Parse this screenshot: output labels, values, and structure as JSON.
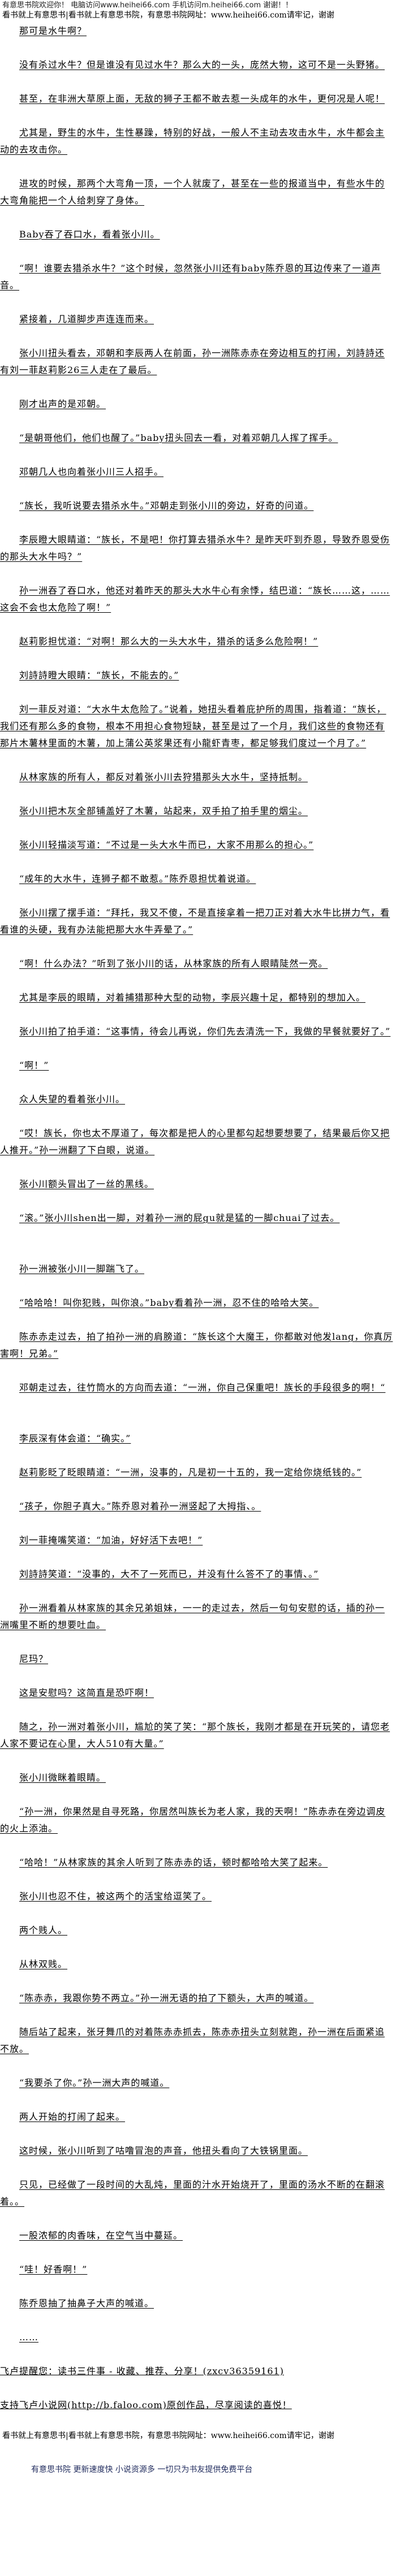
{
  "header": {
    "welcome": "有意思书院欢迎你！ 电脑访问www.heihei66.com   手机访问m.heihei66.com 谢谢！！",
    "banner": "看书就上有意思书|看书就上有意思书院，有意思书院网址：www.heihei66.com请牢记，谢谢"
  },
  "paragraphs": [
    "那可是水牛啊？",
    "没有杀过水牛？但是谁没有见过水牛？那么大的一头，庞然大物，这可不是一头野猪。",
    "甚至，在非洲大草原上面，无敌的狮子王都不敢去惹一头成年的水牛，更何况是人呢！",
    "尤其是，野生的水牛，生性暴躁，特别的好战，一般人不主动去攻击水牛，水牛都会主动的去攻击你。",
    "进攻的时候，那两个大弯角一顶，一个人就废了，甚至在一些的报道当中，有些水牛的大弯角能把一个人给刺穿了身体。",
    "Baby吞了吞口水，看着张小川。",
    "“啊！谁要去猎杀水牛？”这个时候，忽然张小川还有baby陈乔恩的耳边传来了一道声音。",
    "紧接着，几道脚步声连连而来。",
    "张小川扭头看去，邓朝和李辰两人在前面，孙一洲陈赤赤在旁边相互的打闹，刘詩詩还有刘一菲赵莉影26三人走在了最后。",
    "刚才出声的是邓朝。",
    "“是朝哥他们，他们也醒了。”baby扭头回去一看，对着邓朝几人挥了挥手。",
    "邓朝几人也向着张小川三人招手。",
    "“族长，我听说要去猎杀水牛。”邓朝走到张小川的旁边，好奇的问道。",
    "李辰瞪大眼睛道：“族长，不是吧！你打算去猎杀水牛？是昨天吓到乔恩，导致乔恩受伤的那头大水牛吗？”",
    "孙一洲吞了吞口水，他还对着昨天的那头大水牛心有余悸，结巴道：“族长……这，……这会不会也太危险了啊！”",
    "赵莉影担忧道：“对啊！那么大的一头大水牛，猎杀的话多么危险啊！”",
    "刘詩詩瞪大眼睛：“族长，不能去的。”",
    "刘一菲反对道：“大水牛太危险了。”说着，她扭头看着庇护所的周围，指着道：“族长，我们还有那么多的食物，根本不用担心食物短缺，甚至是过了一个月，我们这些的食物还有那片木薯林里面的木薯，加上蒲公英浆果还有小龍虾青枣，都足够我们度过一个月了。”",
    "从林家族的所有人，都反对着张小川去狩猎那头大水牛，坚持抵制。",
    "张小川把木灰全部铺盖好了木薯，站起来，双手拍了拍手里的烟尘。",
    "张小川轻描淡写道：“不过是一头大水牛而已，大家不用那么的担心。”",
    "“成年的大水牛，连狮子都不敢惹。”陈乔恩担忧着说道。",
    "张小川摆了摆手道：“拜托，我又不傻，不是直接拿着一把刀正对着大水牛比拼力气，看看谁的头硬，我有办法能把那大水牛弄晕了。”",
    "“啊！什么办法？”听到了张小川的话，从林家族的所有人眼睛陡然一亮。",
    "尤其是李辰的眼睛，对着捕猎那种大型的动物，李辰兴趣十足，都特别的想加入。",
    "张小川拍了拍手道：“这事情，待会儿再说，你们先去清洗一下，我做的早餐就要好了。”",
    "“啊！”",
    "众人失望的看着张小川。",
    "“哎！族长，你也太不厚道了，每次都是把人的心里都勾起想要想要了，结果最后你又把人推开。”孙一洲翻了下白眼，说道。",
    "张小川额头冒出了一丝的黑线。",
    "“滚。”张小川shen出一脚，对着孙一洲的屁gu就是猛的一脚chuai了过去。",
    "孙一洲被张小川一脚踹飞了。",
    "“哈哈哈！叫你犯贱，叫你浪。”baby看着孙一洲，忍不住的哈哈大笑。",
    "陈赤赤走过去，拍了拍孙一洲的肩膀道：“族长这个大魔王，你都敢对他发lang，你真厉害啊！兄弟。”",
    "邓朝走过去，往竹筒水的方向而去道：“一洲，你自己保重吧！族长的手段很多的啊！“",
    "李辰深有体会道：“确实。”",
    "赵莉影眨了眨眼睛道：“一洲，没事的，凡是初一十五的，我一定给你烧纸钱的。”",
    "“孩子，你胆子真大。”陈乔恩对着孙一洲竖起了大拇指、。",
    "刘一菲掩嘴笑道：“加油，好好活下去吧！”",
    "刘詩詩笑道：“没事的，大不了一死而已，并没有什么答不了的事情、。”",
    "孙一洲看着从林家族的其余兄弟姐妹，一一的走过去，然后一句句安慰的话，插的孙一洲嘴里不断的想要吐血。",
    "尼玛？",
    "这是安慰吗？这简直是恐吓啊！",
    "随之，孙一洲对着张小川，尴尬的笑了笑：“那个族长，我刚才都是在开玩笑的，请您老人家不要记在心里，大人510有大量。”",
    "张小川微眯着眼睛。",
    "“孙一洲，你果然是自寻死路，你居然叫族长为老人家，我的天啊！”陈赤赤在旁边调皮的火上添油。",
    "“哈哈！”从林家族的其余人听到了陈赤赤的话，顿时都哈哈大笑了起来。",
    "张小川也忍不住，被这两个的活宝给逗笑了。",
    "两个贱人。",
    "从林双贱。",
    "“陈赤赤，我跟你势不两立。”孙一洲无语的拍了下额头，大声的喊道。",
    "随后站了起来，张牙舞爪的对着陈赤赤抓去，陈赤赤扭头立刻就跑，孙一洲在后面紧追不放。",
    "“我要杀了你。”孙一洲大声的喊道。",
    "两人开始的打闹了起来。",
    "这时候，张小川听到了咕噜冒泡的声音，他扭头看向了大铁锅里面。",
    "只见，已经做了一段时间的大乱炖，里面的汁水开始烧开了，里面的汤水不断的在翻滚着。。",
    "一股浓郁的肉香味，在空气当中蔓延。",
    "“哇！好香啊！”",
    "陈乔恩抽了抽鼻子大声的喊道。",
    "……"
  ],
  "notices": [
    "飞卢提醒您：读书三件事 - 收藏、推荐、分享！(zxcv36359161)",
    "支持飞卢小说网(http://b.faloo.com)原创作品，尽享阅读的喜悦！"
  ],
  "footer": {
    "banner": "看书就上有意思书|看书就上有意思书院，有意思书院网址：www.heihei66.com请牢记，谢谢",
    "slogan": "有意思书院 更新速度快 小说资源多 一切只为书友提供免费平台"
  }
}
